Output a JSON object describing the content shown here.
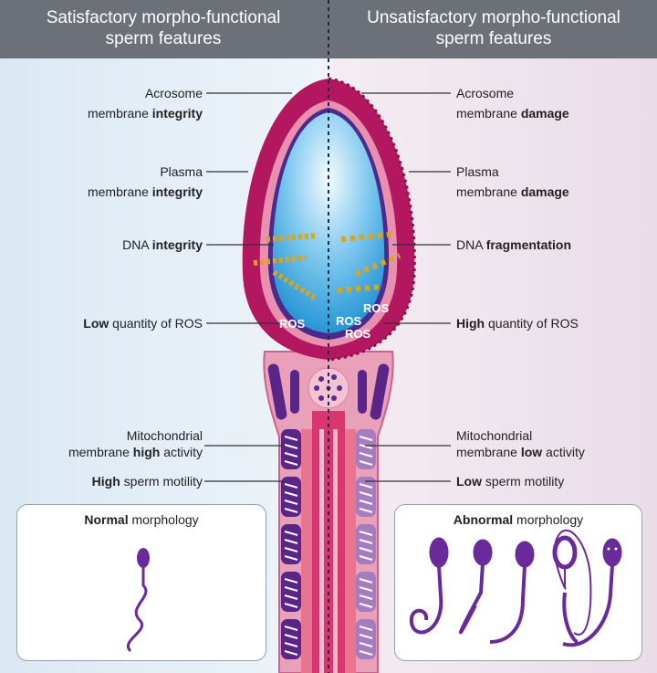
{
  "header": {
    "left": {
      "line1": "Satisfactory morpho-functional",
      "line2": "sperm features"
    },
    "right": {
      "line1": "Unsatisfactory morpho-functional",
      "line2": "sperm features"
    }
  },
  "left": {
    "acrosome": {
      "l1": "Acrosome",
      "l2": "membrane ",
      "l2b": "integrity"
    },
    "plasma": {
      "l1": "Plasma",
      "l2": "membrane ",
      "l2b": "integrity"
    },
    "dna": {
      "pre": "DNA ",
      "b": "integrity"
    },
    "ros": {
      "b": "Low",
      "post": " quantity of ROS"
    },
    "mito": {
      "l1": "Mitochondrial",
      "l2": "membrane ",
      "l2b": "high",
      "l2post": " activity"
    },
    "motility": {
      "b": "High",
      "post": " sperm motility"
    }
  },
  "right": {
    "acrosome": {
      "l1": "Acrosome",
      "l2": "membrane ",
      "l2b": "damage"
    },
    "plasma": {
      "l1": "Plasma",
      "l2": "membrane ",
      "l2b": "damage"
    },
    "dna": {
      "pre": "DNA ",
      "b": "fragmentation"
    },
    "ros": {
      "b": "High",
      "post": " quantity of ROS"
    },
    "mito": {
      "l1": "Mitochondrial",
      "l2": "membrane ",
      "l2b": "low",
      "l2post": " activity"
    },
    "motility": {
      "b": "Low",
      "post": " sperm motility"
    }
  },
  "ros_label": "ROS",
  "boxes": {
    "normal": {
      "b": "Normal",
      "post": " morphology"
    },
    "abnormal": {
      "b": "Abnormal",
      "post": " morphology"
    }
  },
  "colors": {
    "header": "#6c7179",
    "left_bg": "#e4eef7",
    "right_bg": "#efe6ee",
    "acrosome": "#b3175f",
    "sperm": "#6b2a9b"
  }
}
